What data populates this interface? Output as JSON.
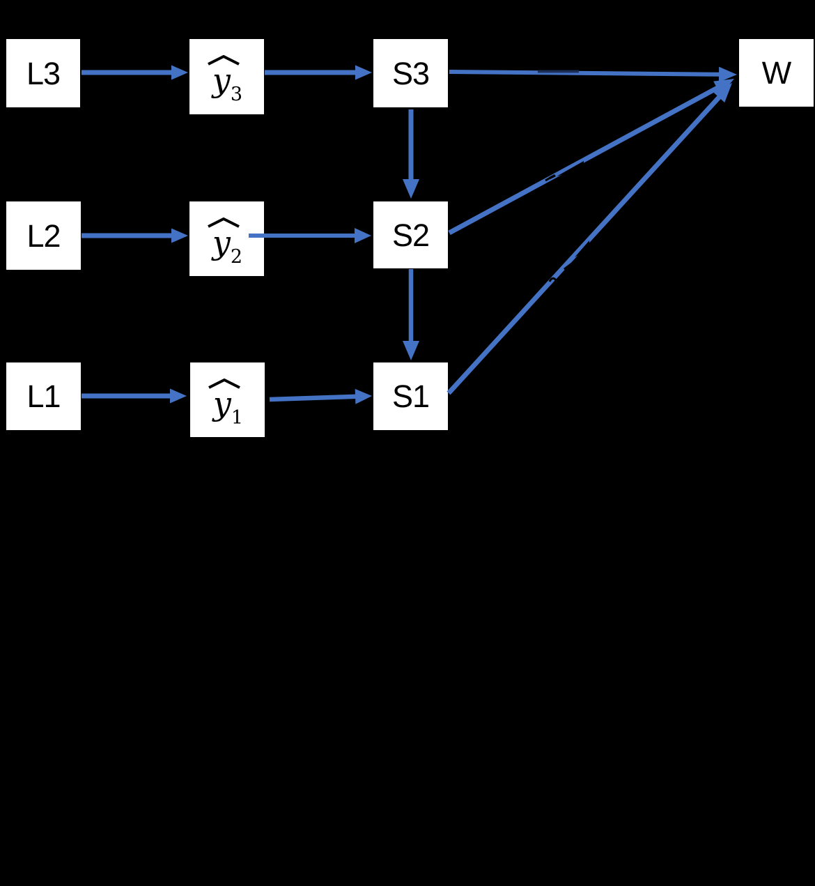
{
  "colors": {
    "background": "#000000",
    "arrow": "#4472C4",
    "node_bg": "#FFFFFF",
    "node_text": "#000000",
    "occlusion_dark_navy": "#1C2F5A"
  },
  "nodes": {
    "L3": {
      "label": "L3"
    },
    "L2": {
      "label": "L2"
    },
    "L1": {
      "label": "L1"
    },
    "y3": {
      "base": "y",
      "sub": "3"
    },
    "y2": {
      "base": "y",
      "sub": "2"
    },
    "y1": {
      "base": "y",
      "sub": "1"
    },
    "S3": {
      "label": "S3"
    },
    "S2": {
      "label": "S2"
    },
    "S1": {
      "label": "S1"
    },
    "W": {
      "label": "W"
    }
  },
  "edges": [
    {
      "id": "L3-y3",
      "from": "L3",
      "to": "y3-hat"
    },
    {
      "id": "y3-S3",
      "from": "y3-hat",
      "to": "S3"
    },
    {
      "id": "S3-W",
      "from": "S3",
      "to": "W"
    },
    {
      "id": "S3-S2",
      "from": "S3",
      "to": "S2"
    },
    {
      "id": "L2-y2",
      "from": "L2",
      "to": "y2-hat"
    },
    {
      "id": "y2-S2",
      "from": "y2-hat",
      "to": "S2"
    },
    {
      "id": "S2-W",
      "from": "S2",
      "to": "W"
    },
    {
      "id": "S2-S1",
      "from": "S2",
      "to": "S1"
    },
    {
      "id": "L1-y1",
      "from": "L1",
      "to": "y1-hat"
    },
    {
      "id": "y1-S1",
      "from": "y1-hat",
      "to": "S1"
    },
    {
      "id": "S1-W",
      "from": "S1",
      "to": "W"
    }
  ]
}
